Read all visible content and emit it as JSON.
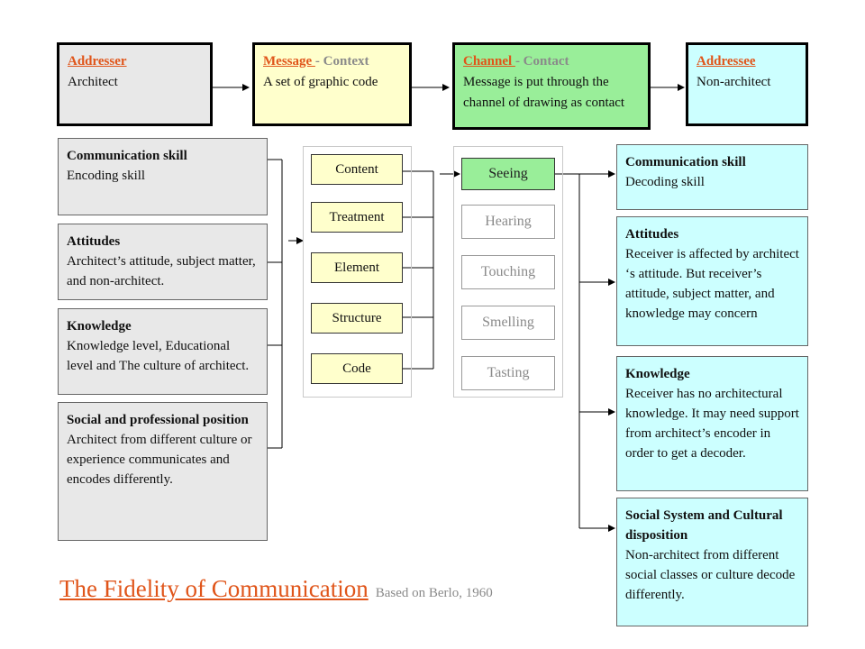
{
  "top_row": {
    "addresser": {
      "title": "Addresser",
      "text": "Architect"
    },
    "message": {
      "title": "Message ",
      "suffix": "- Context",
      "text": "A set of graphic code"
    },
    "channel": {
      "title": "Channel ",
      "suffix": "- Contact",
      "text": "Message is put through the channel of drawing as contact"
    },
    "addressee": {
      "title": "Addressee",
      "text": "Non-architect"
    }
  },
  "source": [
    {
      "title": "Communication skill",
      "text": "Encoding skill"
    },
    {
      "title": "Attitudes",
      "text": "Architect’s attitude, subject matter, and non-architect."
    },
    {
      "title": "Knowledge",
      "text": "Knowledge level, Educational level and The culture of architect."
    },
    {
      "title": "Social and professional position",
      "text": "Architect from different culture or experience communicates and encodes differently."
    }
  ],
  "message_elements": [
    "Content",
    "Treatment",
    "Element",
    "Structure",
    "Code"
  ],
  "channels": {
    "active": "Seeing",
    "inactive": [
      "Hearing",
      "Touching",
      "Smelling",
      "Tasting"
    ]
  },
  "receiver": [
    {
      "title": "Communication skill",
      "text": "Decoding skill"
    },
    {
      "title": "Attitudes",
      "text": "Receiver is affected by architect ‘s attitude. But receiver’s attitude, subject matter, and knowledge may concern"
    },
    {
      "title": "Knowledge",
      "text": "Receiver has no architectural knowledge. It may need support from architect’s encoder in order to get a decoder."
    },
    {
      "title": "Social System and Cultural disposition",
      "text": "Non-architect from different social classes or culture decode differently."
    }
  ],
  "footer": {
    "title": "The Fidelity of Communication",
    "subtitle": "Based on Berlo, 1960"
  },
  "colors": {
    "source": "#e8e8e8",
    "message": "#ffffcc",
    "channel": "#99ee99",
    "receiver": "#ccffff",
    "accent": "#e0551a"
  }
}
